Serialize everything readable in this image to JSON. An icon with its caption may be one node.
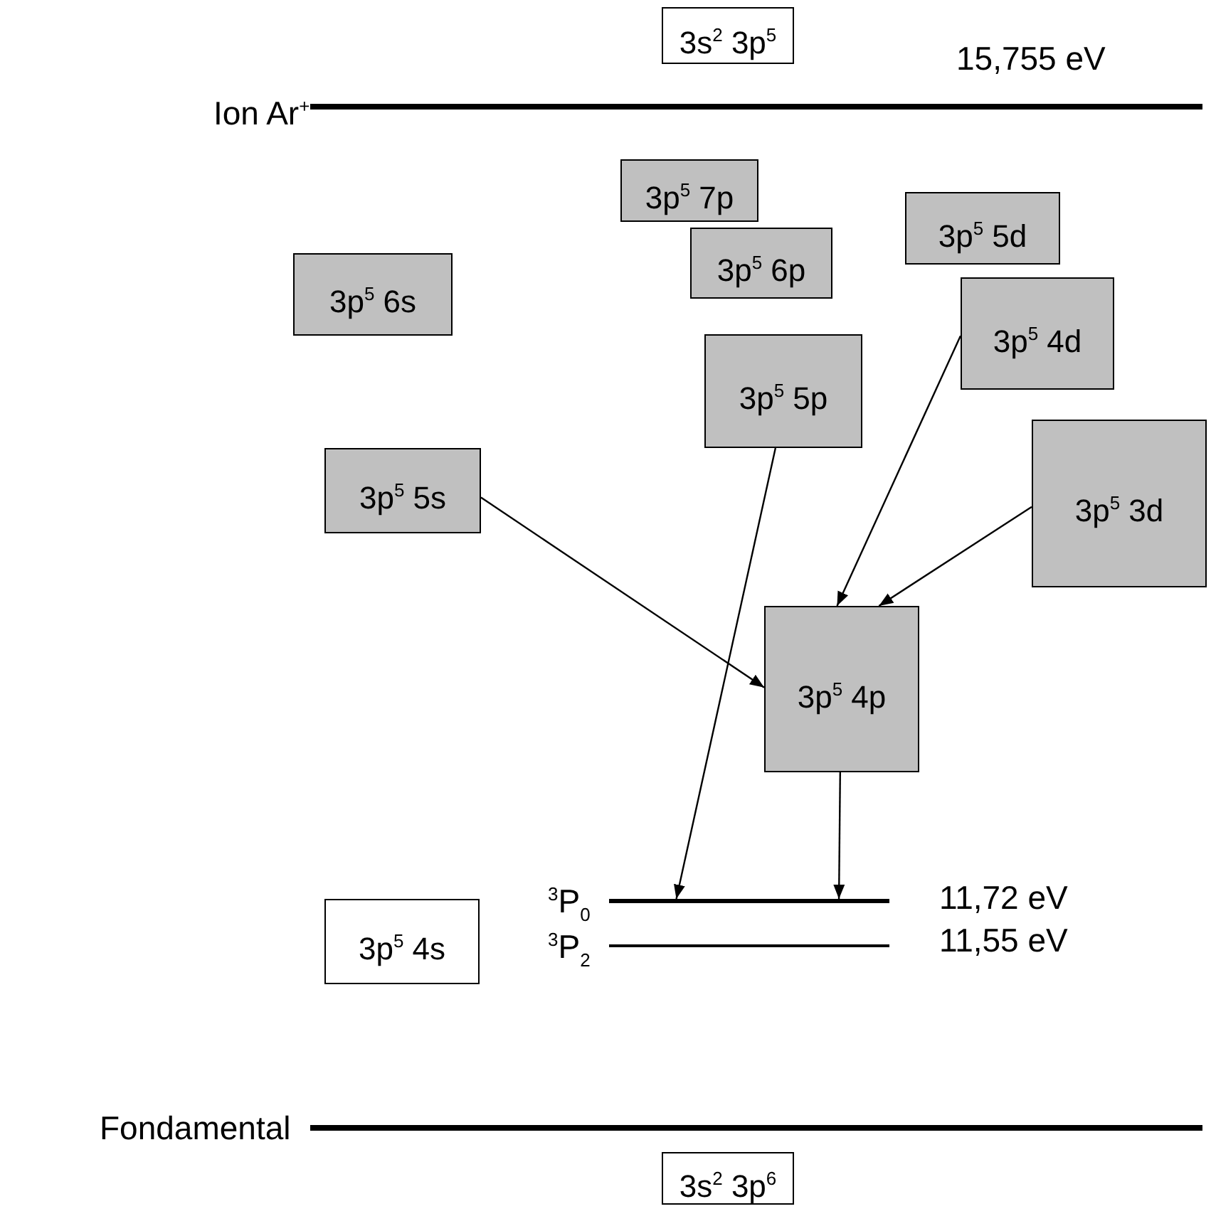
{
  "diagram": {
    "nodes": [
      {
        "text": [
          "3s$^{2}$ 3p$^{5}$"
        ]
      },
      {
        "text": [],
        "shape": "bar",
        "beside": [
          "Ion Ar$^{+}$",
          "15,755 eV"
        ]
      },
      {
        "text": [
          "3p$^{5}$ 7p"
        ]
      },
      {
        "text": [
          "3p$^{5}$ 5d"
        ]
      },
      {
        "text": [
          "3p$^{5}$ 6p"
        ]
      },
      {
        "text": [
          "3p$^{5}$ 6s"
        ]
      },
      {
        "text": [
          "3p$^{5}$ 4d"
        ]
      },
      {
        "text": [
          "3p$^{5}$ 5p"
        ]
      },
      {
        "text": [
          "3p$^{5}$ 5s"
        ]
      },
      {
        "text": [
          "3p$^{5}$ 3d"
        ]
      },
      {
        "text": [
          "3p$^{5}$ 4p"
        ]
      },
      {
        "text": [
          "3p$^{5}$ 4s"
        ]
      },
      {
        "text": [],
        "shape": "bar",
        "beside": [
          "$^{3}$P$_{0}$",
          "11,72 eV"
        ]
      },
      {
        "text": [],
        "shape": "bar",
        "beside": [
          "$^{3}$P$_{2}$",
          "11,55 eV"
        ]
      },
      {
        "text": [],
        "shape": "bar",
        "beside": [
          "Fondamental"
        ]
      },
      {
        "text": [
          "3s$^{2}$ 3p$^{6}$"
        ]
      }
    ],
    "edges": [
      {
        "from": 8,
        "to": 10,
        "arrow": "to"
      },
      {
        "from": 6,
        "to": 10,
        "arrow": "to"
      },
      {
        "from": 9,
        "to": 10,
        "arrow": "to"
      },
      {
        "from": 7,
        "to": 12,
        "arrow": "to"
      },
      {
        "from": 10,
        "to": 12,
        "arrow": "to"
      }
    ]
  }
}
